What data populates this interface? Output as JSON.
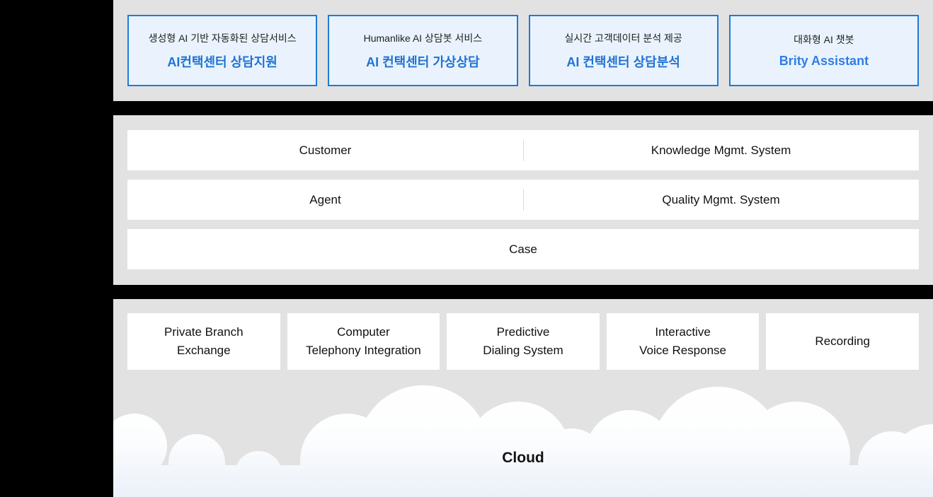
{
  "colors": {
    "background_gray": "#e2e2e2",
    "panel_black": "#000000",
    "card_border_blue": "#1e7ad6",
    "card_background_blue": "#eaf3fd",
    "card_title_blue": "#1f72d4",
    "brity_title_blue": "#2d7ee6",
    "box_white": "#ffffff",
    "text_dark": "#111111",
    "cloud_gradient_bottom": "#ebf1f9"
  },
  "services": {
    "cards": [
      {
        "subtitle": "생성형 AI 기반 자동화된 상담서비스",
        "title": "AI컨택센터 상담지원"
      },
      {
        "subtitle": "Humanlike AI 상담봇 서비스",
        "title": "AI 컨택센터 가상상담"
      },
      {
        "subtitle": "실시간 고객데이터 분석 제공",
        "title": "AI 컨택센터 상담분석"
      },
      {
        "subtitle": "대화형 AI 챗봇",
        "title": "Brity Assistant"
      }
    ]
  },
  "systems": {
    "rows": [
      {
        "left": "Customer",
        "right": "Knowledge Mgmt. System"
      },
      {
        "left": "Agent",
        "right": "Quality Mgmt. System"
      }
    ],
    "full_width_row": "Case"
  },
  "infrastructure": {
    "boxes": [
      {
        "label": "Private Branch\nExchange"
      },
      {
        "label": "Computer\nTelephony Integration"
      },
      {
        "label": "Predictive\nDialing System"
      },
      {
        "label": "Interactive\nVoice Response"
      },
      {
        "label": "Recording"
      }
    ]
  },
  "cloud": {
    "label": "Cloud"
  }
}
